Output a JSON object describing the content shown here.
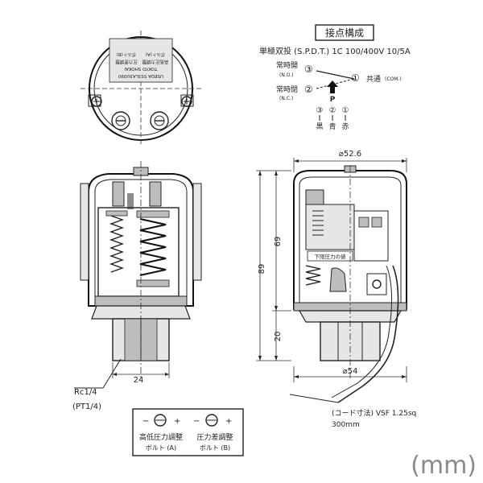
{
  "contact_config": {
    "title": "接点構成",
    "spec": "単極双投 (S.P.D.T.) 1C 100/400V 10/5A",
    "no_label": "常時開",
    "no_sub": "(N.O.)",
    "nc_label": "常時閉",
    "nc_sub": "(N.C.)",
    "com_label": "共通",
    "com_sub": "(COM.)",
    "num1": "①",
    "num2": "②",
    "num3": "③",
    "pressure_mark": "P",
    "wire_colors": [
      "黒",
      "青",
      "赤"
    ],
    "wire_nums": [
      "③",
      "②",
      "①"
    ]
  },
  "top_view": {
    "label_lines": [
      "TOKYO SHOKAI",
      "高低圧力調整",
      "ボルト(A)",
      "圧力差調整",
      "ボルト(B)",
      "USEDA 5S3LA3U090"
    ]
  },
  "dimensions": {
    "width_top": "⌀52.6",
    "width_bottom": "⌀54",
    "height_total": "89",
    "height_body": "69",
    "height_base": "20",
    "hex": "24"
  },
  "annotations": {
    "thread": "Rc1/4",
    "thread_alt": "(PT1/4)",
    "cord": "(コード寸法) VSF 1.25sq",
    "cord_len": "300mm",
    "lower_limit": "下限圧力の値"
  },
  "legend": {
    "minus": "−",
    "plus": "+",
    "a_title": "高低圧力調整",
    "a_sub": "ボルト (A)",
    "b_title": "圧力差調整",
    "b_sub": "ボルト (B)"
  },
  "unit": "(mm)"
}
